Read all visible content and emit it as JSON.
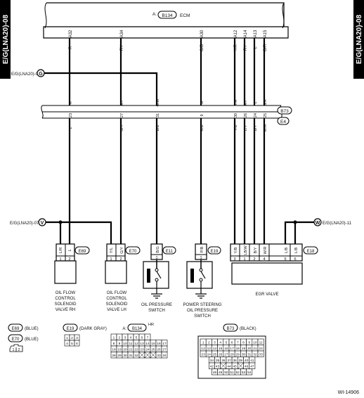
{
  "side_label": "E/G(LNA20)-08",
  "ecm": {
    "connector": "B134",
    "prefix": "A:",
    "name": "ECM"
  },
  "ecm_pins": [
    {
      "pin": "A32",
      "color": "R"
    },
    {
      "pin": "A34",
      "color": "RY"
    },
    {
      "pin": "A30",
      "color": "G/B"
    },
    {
      "pin": "A12",
      "color": "Y/R"
    },
    {
      "pin": "A14",
      "color": "RY"
    },
    {
      "pin": "A13",
      "color": "L"
    },
    {
      "pin": "A15",
      "color": "G/R"
    }
  ],
  "refs": {
    "g": {
      "text": "E/G(LNA20)-02",
      "letter": "G"
    },
    "v": {
      "text": "E/G(LNA20)-07",
      "letter": "V"
    },
    "w": {
      "text": "E/G(LNA20)-11",
      "letter": "W"
    }
  },
  "connector_b73": "B73",
  "connector_e4": "E4",
  "b73_top_colors": [
    "R",
    "RY",
    "G/W",
    "G",
    "Y/R",
    "RY",
    "L",
    "G/R"
  ],
  "b73_pins": [
    "23",
    "27",
    "31",
    "9",
    "30",
    "26",
    "24",
    "25"
  ],
  "b73_bottom_colors": [
    "L",
    "G/Y",
    "B/B",
    "R/B",
    "Y/B",
    "L/Y",
    "B/Y",
    "W/R"
  ],
  "components": {
    "e69": {
      "connector": "E69",
      "pins": [
        "1",
        "2"
      ],
      "wires": [
        "L/R",
        "L"
      ],
      "label": [
        "OIL FLOW",
        "CONTROL",
        "SOLENOID",
        "VALVE RH"
      ]
    },
    "e70": {
      "connector": "E70",
      "pins": [
        "1",
        "2"
      ],
      "wires": [
        "Y/L",
        "G/Y"
      ],
      "label": [
        "OIL FLOW",
        "CONTROL",
        "SOLENOID",
        "VALVE LH"
      ]
    },
    "e11": {
      "connector": "E11",
      "pins": [
        "1"
      ],
      "wires": [
        "B/G"
      ],
      "label": [
        "OIL PRESSURE",
        "SWITCH"
      ]
    },
    "e19": {
      "connector": "E19",
      "pins": [
        "1"
      ],
      "wires": [
        "P/B"
      ],
      "label": [
        "POWER STEERING",
        "OIL PRESSURE",
        "SWITCH"
      ]
    },
    "e18": {
      "connector": "E18",
      "pins": [
        "3",
        "1",
        "2",
        "4",
        "5",
        "6"
      ],
      "wires": [
        "Y/B",
        "LB/W",
        "B/Y",
        "W/R",
        "L/B",
        "L/B"
      ],
      "label": [
        "EGR VALVE"
      ]
    }
  },
  "legend": {
    "e69": {
      "name": "E69",
      "color": "(BLUE)"
    },
    "e70": {
      "name": "E70",
      "color": "(BLUE)"
    },
    "e19": {
      "name": "E19",
      "color": "(DARK GRAY)"
    },
    "b134": {
      "prefix": "A:",
      "name": "B134",
      "suffix": "HR"
    },
    "b73": {
      "name": "B73",
      "color": "(BLACK)"
    },
    "pin_1": "1",
    "pin_2": "2"
  },
  "grid_e19": [
    [
      "1",
      "2",
      "3"
    ],
    [
      "4",
      "5",
      "6"
    ]
  ],
  "grid_b134": [
    [
      "1",
      "2",
      "3",
      "4",
      "5",
      "6",
      "7"
    ],
    [
      "8",
      "9",
      "10",
      "11",
      "12",
      "13",
      "14",
      "15",
      "16",
      "17"
    ],
    [
      "18",
      "19",
      "20",
      "21",
      "22",
      "23",
      "24",
      "25",
      "26",
      "27"
    ],
    [
      "28",
      "29",
      "30",
      "31",
      "32",
      "",
      "",
      "",
      "33",
      "34"
    ]
  ],
  "grid_b73": [
    [
      "1",
      "2",
      "3",
      "4",
      "5",
      "6",
      "7",
      "8",
      "9",
      "10",
      "11"
    ],
    [
      "12",
      "13",
      "14",
      "15",
      "16",
      "17",
      "18",
      "19",
      "20",
      "21",
      "22"
    ],
    [
      "23",
      "24",
      "25",
      "26",
      "27",
      "28",
      "29",
      "30",
      "31",
      "32",
      "33"
    ],
    [
      "34",
      "35",
      "36",
      "37",
      "38",
      "39",
      "40",
      "41"
    ],
    [
      "42",
      "43",
      "",
      "44",
      "45",
      "",
      "46",
      "47"
    ],
    [
      "48",
      "49",
      "50",
      "51",
      "52",
      "53",
      "54"
    ]
  ],
  "figure_id": "WI-14906"
}
